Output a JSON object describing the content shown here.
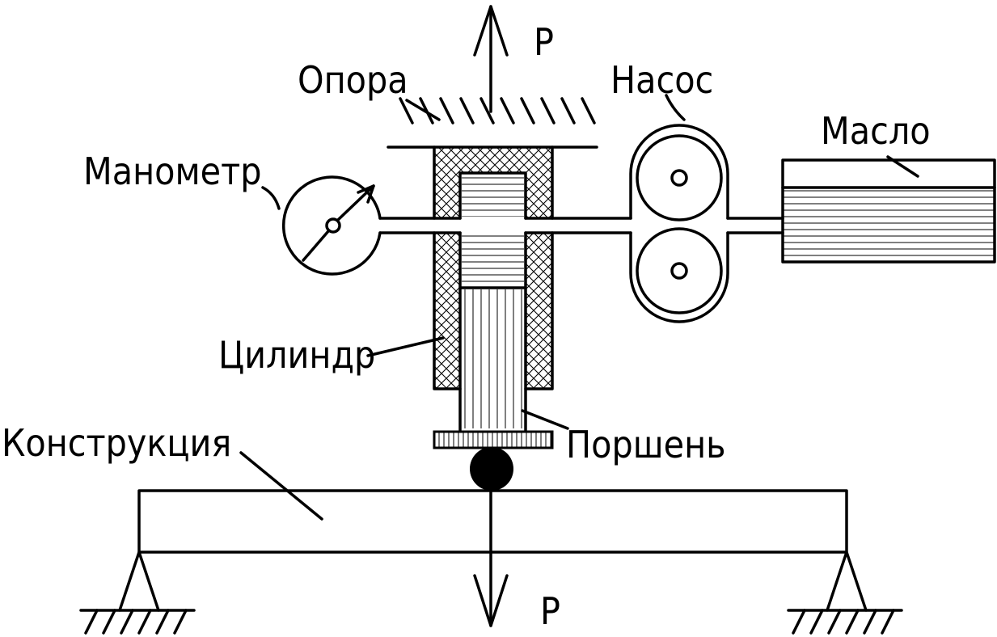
{
  "labels": {
    "load_top": "P",
    "load_bottom": "P",
    "support": "Опора",
    "pump": "Насос",
    "gauge": "Манометр",
    "oil": "Масло",
    "cylinder": "Цилиндр",
    "piston": "Поршень",
    "structure": "Конструкция"
  },
  "colors": {
    "stroke": "#000000",
    "background": "#ffffff"
  }
}
